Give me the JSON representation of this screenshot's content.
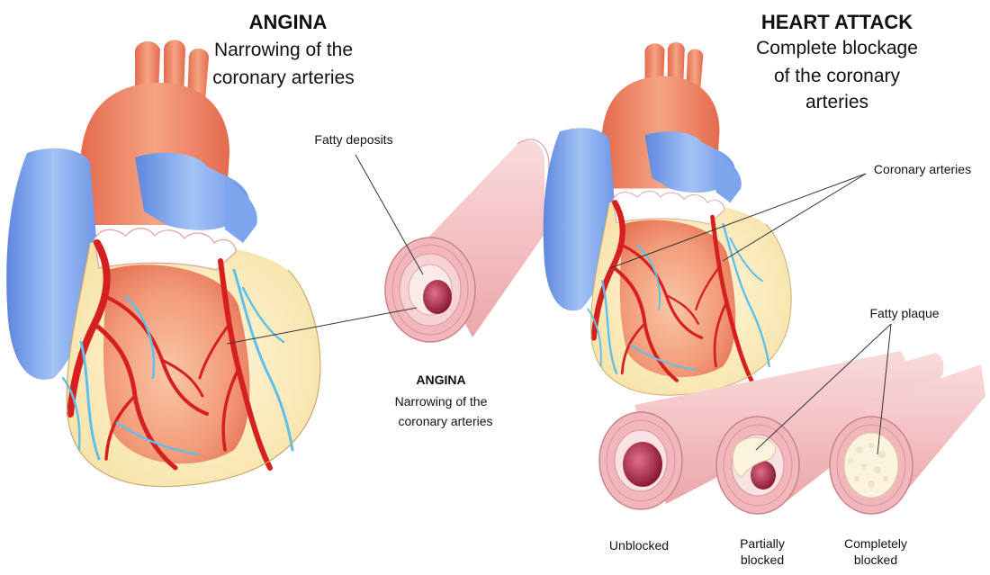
{
  "left_panel": {
    "title": "ANGINA",
    "subtitle_line1": "Narrowing of the",
    "subtitle_line2": "coronary arteries",
    "callout_fatty_deposits": "Fatty deposits",
    "caption_title": "ANGINA",
    "caption_line1": "Narrowing of the",
    "caption_line2": "coronary arteries"
  },
  "right_panel": {
    "title": "HEART ATTACK",
    "subtitle_line1": "Complete blockage",
    "subtitle_line2": "of the coronary",
    "subtitle_line3": "arteries",
    "callout_coronary_arteries": "Coronary arteries",
    "callout_fatty_plaque": "Fatty plaque",
    "vessel_labels": {
      "unblocked": "Unblocked",
      "partially_line1": "Partially",
      "partially_line2": "blocked",
      "completely_line1": "Completely",
      "completely_line2": "blocked"
    }
  },
  "colors": {
    "aorta": "#ee8a6a",
    "vein_blue": "#7aa5ef",
    "muscle_cream": "#fbedc0",
    "artery_red": "#d62020",
    "capillary_blue": "#5fc0ec",
    "vessel_pink": "#f4c3c5",
    "lumen": "#b02a45",
    "plaque": "#fbf3dd"
  }
}
